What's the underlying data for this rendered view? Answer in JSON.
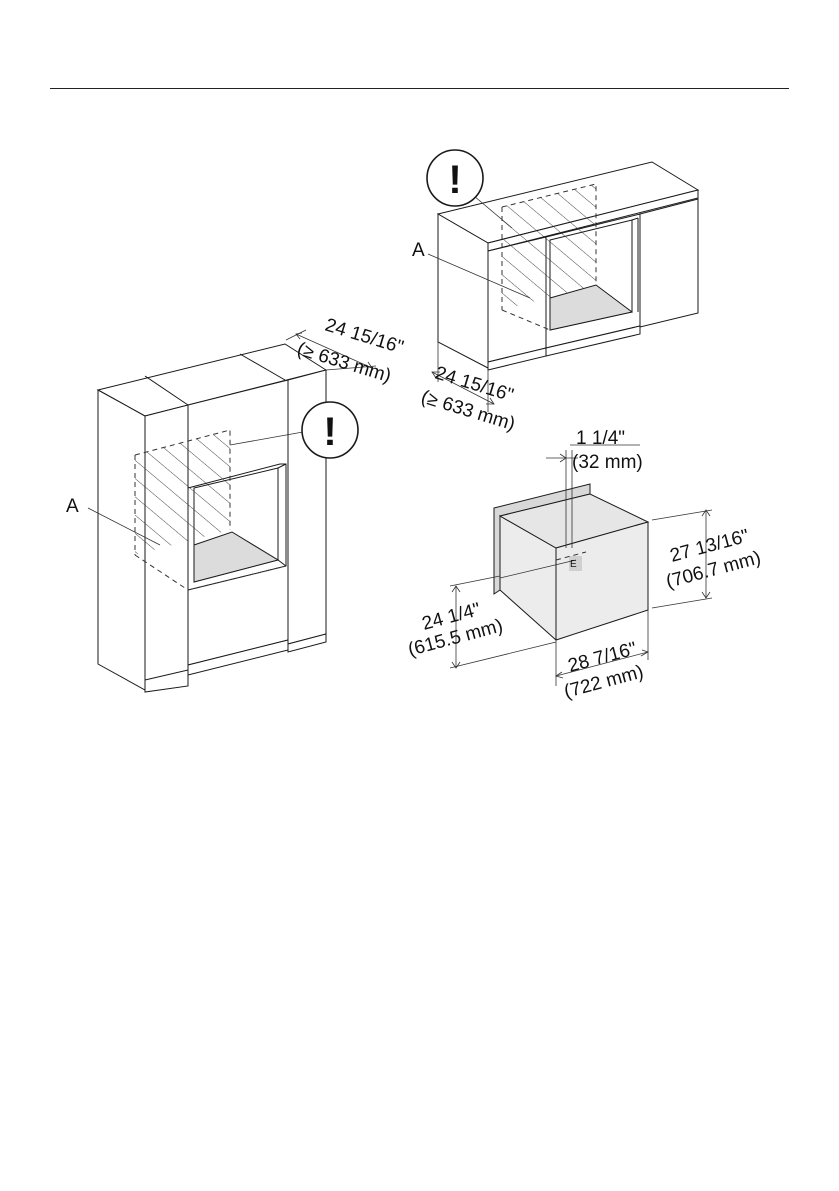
{
  "labels": {
    "left_callout": "A",
    "right_callout": "A",
    "warning_glyph": "!"
  },
  "dimensions": {
    "left_depth_in": "24 15/16\"",
    "left_depth_mm": "(≥ 633 mm)",
    "right_depth_in": "24 15/16\"",
    "right_depth_mm": "(≥ 633 mm)",
    "top_offset_in": "1 1/4\"",
    "top_offset_mm": "(32 mm)",
    "height_in": "27 13/16\"",
    "height_mm": "(706.7 mm)",
    "depth_in": "24 1/4\"",
    "depth_mm": "(615.5 mm)",
    "width_in": "28 7/16\"",
    "width_mm": "(722 mm)",
    "marker": "E"
  },
  "colors": {
    "line": "#1a1a1a",
    "shade": "#dcdcdc",
    "box_face": "#ececec"
  }
}
